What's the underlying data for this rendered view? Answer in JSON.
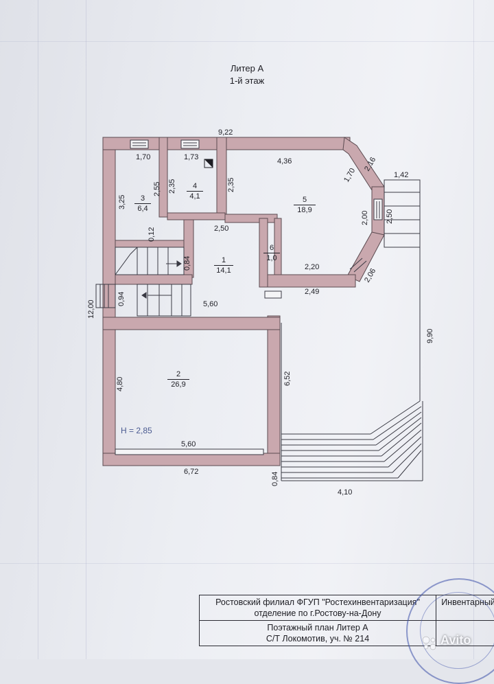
{
  "header": {
    "line1": "Литер А",
    "line2": "1-й этаж"
  },
  "dimensions": {
    "top_total": "9,22",
    "r3_width": "1,70",
    "r4_width": "1,73",
    "r5_width": "4,36",
    "diag_upper": "2,16",
    "diag_inner": "1,70",
    "porch_width": "1,42",
    "r3_height_outer": "3,25",
    "r3_height_inner": "2,55",
    "r4_height": "2,35",
    "r5_left_height": "2,35",
    "r5_right_height": "2,00",
    "porch_height": "2,50",
    "hall_width": "2,50",
    "small_012": "0,12",
    "stair_084": "0,84",
    "r5_bottom": "2,20",
    "diag_lower": "2,06",
    "right_bottom": "2,49",
    "left_total": "12,00",
    "stair_094": "0,94",
    "hall_bottom": "5,60",
    "right_total": "9,90",
    "garage_right": "6,52",
    "garage_left": "4,80",
    "garage_inner_bottom": "5,60",
    "bottom_total": "6,72",
    "terrace_depth": "0,84",
    "terrace_width": "4,10"
  },
  "rooms": [
    {
      "num": "1",
      "area": "14,1"
    },
    {
      "num": "2",
      "area": "26,9"
    },
    {
      "num": "3",
      "area": "6,4"
    },
    {
      "num": "4",
      "area": "4,1"
    },
    {
      "num": "5",
      "area": "18,9"
    },
    {
      "num": "6",
      "area": "1,0"
    }
  ],
  "height_note": "Н = 2,85",
  "stamp": {
    "org_line1": "Ростовский филиал ФГУП \"Ростехинвентаризация\"",
    "org_line2": "отделение по г.Ростову-на-Дону",
    "inventory": "Инвентарный",
    "plan_title": "Поэтажный план Литер А",
    "address": "С/Т Локомотив, уч. № 214"
  },
  "watermark": "Avito",
  "colors": {
    "wall": "#c9a8ae",
    "wall_stroke": "#5a4a50",
    "seal": "#3c50aa"
  }
}
